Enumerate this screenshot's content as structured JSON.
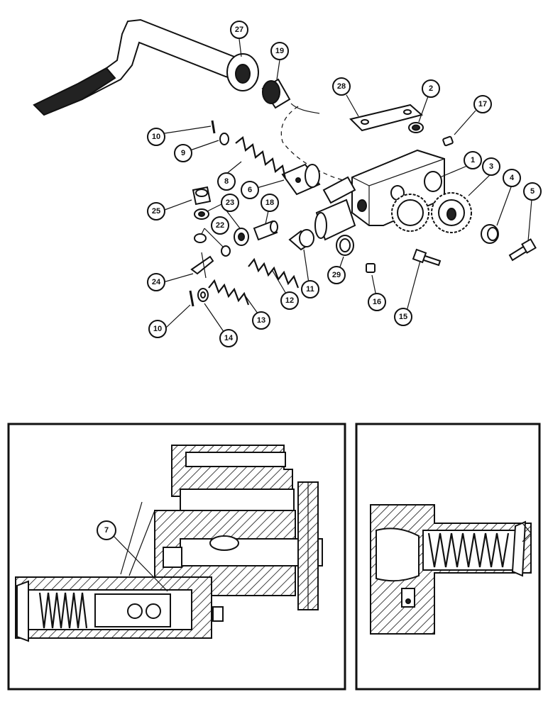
{
  "callouts": [
    {
      "id": "c27",
      "label": "27"
    },
    {
      "id": "c19",
      "label": "19"
    },
    {
      "id": "c28",
      "label": "28"
    },
    {
      "id": "c2",
      "label": "2"
    },
    {
      "id": "c17",
      "label": "17"
    },
    {
      "id": "c10a",
      "label": "10"
    },
    {
      "id": "c9",
      "label": "9"
    },
    {
      "id": "c8",
      "label": "8"
    },
    {
      "id": "c6",
      "label": "6"
    },
    {
      "id": "c1",
      "label": "1"
    },
    {
      "id": "c3",
      "label": "3"
    },
    {
      "id": "c4",
      "label": "4"
    },
    {
      "id": "c5",
      "label": "5"
    },
    {
      "id": "c25",
      "label": "25"
    },
    {
      "id": "c23",
      "label": "23"
    },
    {
      "id": "c18",
      "label": "18"
    },
    {
      "id": "c22",
      "label": "22"
    },
    {
      "id": "c24",
      "label": "24"
    },
    {
      "id": "c11",
      "label": "11"
    },
    {
      "id": "c29",
      "label": "29"
    },
    {
      "id": "c12",
      "label": "12"
    },
    {
      "id": "c13",
      "label": "13"
    },
    {
      "id": "c16",
      "label": "16"
    },
    {
      "id": "c15",
      "label": "15"
    },
    {
      "id": "c10b",
      "label": "10"
    },
    {
      "id": "c14",
      "label": "14"
    },
    {
      "id": "c7",
      "label": "7"
    }
  ]
}
